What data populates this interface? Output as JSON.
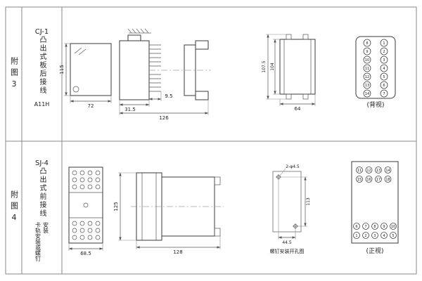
{
  "page": {
    "fig3_label": "附图3",
    "fig4_label": "附图4"
  },
  "cj1": {
    "model": "CJ-1",
    "type_label": "凸出式板后接线",
    "code": "A11H",
    "dims": {
      "front_height": "115",
      "front_width": "72",
      "body_depth": "31.5",
      "pin_length": "9.5",
      "total_depth": "126",
      "cutout_outer_height": "107.5",
      "cutout_inner_height": "104",
      "cutout_width": "64"
    },
    "rear_view_label": "(背视)",
    "terminals": {
      "left": [
        "8",
        "9",
        "10",
        "11",
        "12",
        "13",
        "14"
      ],
      "right": [
        "1",
        "2",
        "3",
        "4",
        "5",
        "6",
        "7"
      ]
    }
  },
  "sj4": {
    "model": "SJ-4",
    "type_label": "凸出式前接线",
    "mount_label": "卡轨安装或螺钉安装",
    "dims": {
      "front_width": "68.5",
      "side_height": "125",
      "side_depth": "128",
      "drill_note": "2-φ4.5",
      "drill_height": "113",
      "drill_width": "44.5"
    },
    "drill_label": "螺钉安装开孔图",
    "front_view_label": "(正视)",
    "terminals": {
      "top": [
        [
          "11",
          "12",
          "13",
          "14"
        ],
        [
          "15",
          "16",
          "17",
          "18"
        ]
      ],
      "bottom": [
        [
          "6",
          "7",
          "8",
          "9",
          "10"
        ],
        [
          "1",
          "2",
          "3",
          "4",
          "5"
        ]
      ]
    }
  }
}
